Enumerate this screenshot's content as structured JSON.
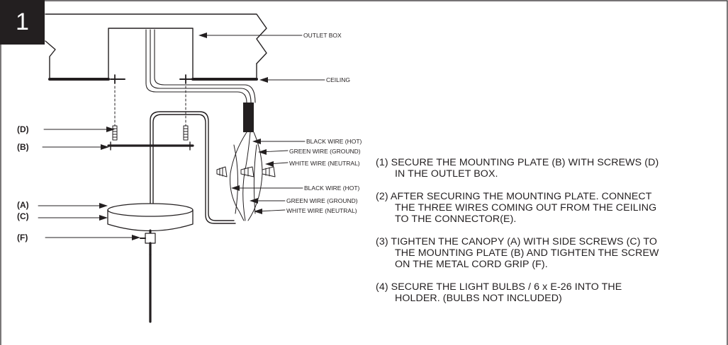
{
  "step_number": "1",
  "labels": {
    "outlet_box": "OUTLET BOX",
    "ceiling": "CEILING",
    "d": "(D)",
    "b": "(B)",
    "a": "(A)",
    "c": "(C)",
    "f": "(F)",
    "black_wire_hot_1": "BLACK WIRE (HOT)",
    "green_wire_ground_1": "GREEN WIRE (GROUND)",
    "white_wire_neutral_1": "WHITE WIRE (NEUTRAL)",
    "black_wire_hot_2": "BLACK WIRE (HOT)",
    "green_wire_ground_2": "GREEN WIRE (GROUND)",
    "white_wire_neutral_2": "WHITE WIRE (NEUTRAL)"
  },
  "instructions": [
    {
      "line1": "(1) SECURE THE MOUNTING PLATE (B) WITH SCREWS (D)",
      "line2": "IN THE OUTLET BOX."
    },
    {
      "line1": "(2) AFTER SECURING THE MOUNTING PLATE. CONNECT",
      "line2": "THE THREE  WIRES COMING OUT FROM THE CEILING",
      "line3": "TO THE CONNECTOR(E)."
    },
    {
      "line1": "(3) TIGHTEN THE CANOPY (A) WITH SIDE SCREWS (C) TO",
      "line2": "THE MOUNTING PLATE (B) AND TIGHTEN THE SCREW",
      "line3": "ON THE METAL CORD GRIP (F)."
    },
    {
      "line1": "(4) SECURE THE LIGHT BULBS / 6 x E-26 INTO THE",
      "line2": "HOLDER. (BULBS NOT INCLUDED)"
    }
  ]
}
